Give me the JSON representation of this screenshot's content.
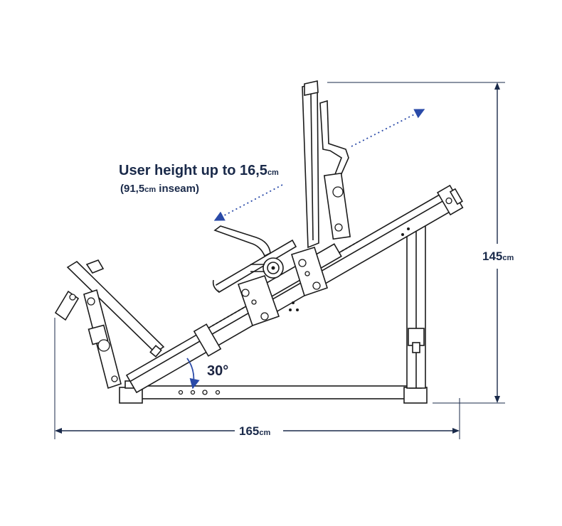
{
  "user_height": {
    "line1_main": "User height up to 16,5",
    "line1_unit": "cm",
    "line2_open": "(91,5",
    "line2_unit": "cm",
    "line2_close": " inseam)"
  },
  "dimensions": {
    "height_value": "145",
    "height_unit": "cm",
    "width_value": "165",
    "width_unit": "cm",
    "angle": "30°"
  },
  "colors": {
    "text": "#1a2a4a",
    "arrow": "#2a4aa8",
    "frame": "#1b1b1b"
  }
}
